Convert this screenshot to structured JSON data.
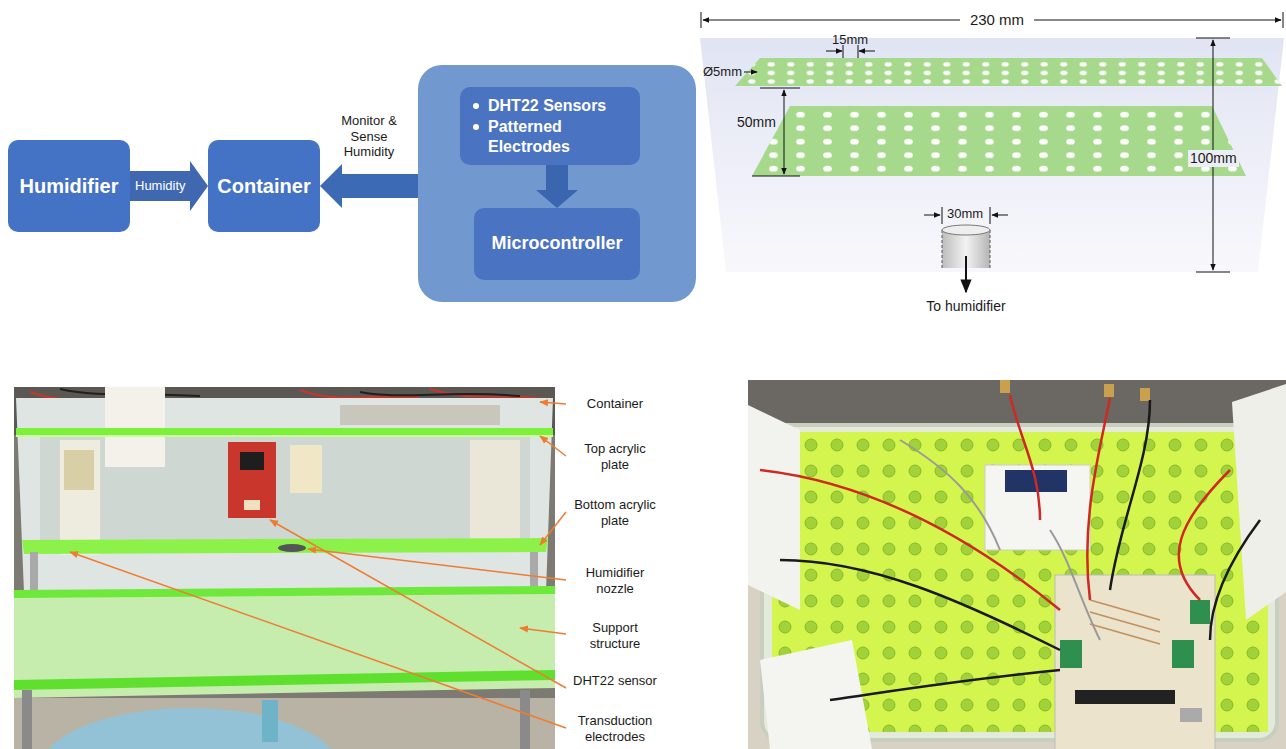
{
  "diagram": {
    "nodes": [
      {
        "text": [
          "Humidifier"
        ]
      },
      {
        "text": [
          "Container"
        ]
      },
      {
        "text": []
      },
      {
        "text": [
          "DHT22 Sensors",
          "Patterned Electrodes"
        ],
        "in": 2
      },
      {
        "text": [
          "Microcontroller"
        ],
        "in": 2
      }
    ],
    "edges": [
      {
        "from": 0,
        "to": 1,
        "arrow": "to",
        "label": "Humidity"
      },
      {
        "from": 2,
        "to": 1,
        "arrow": "to",
        "label": "Monitor & Sense Humidity"
      },
      {
        "from": 3,
        "to": 4,
        "arrow": "to"
      }
    ],
    "labels": [
      "230 mm",
      "15mm",
      "Ø5mm",
      "50mm",
      "100mm",
      "30mm",
      "To humidifier",
      "Container",
      "Top acrylic plate",
      "Bottom acrylic plate",
      "Humidifier nozzle",
      "Support structure",
      "DHT22 sensor",
      "Transduction electrodes"
    ]
  }
}
